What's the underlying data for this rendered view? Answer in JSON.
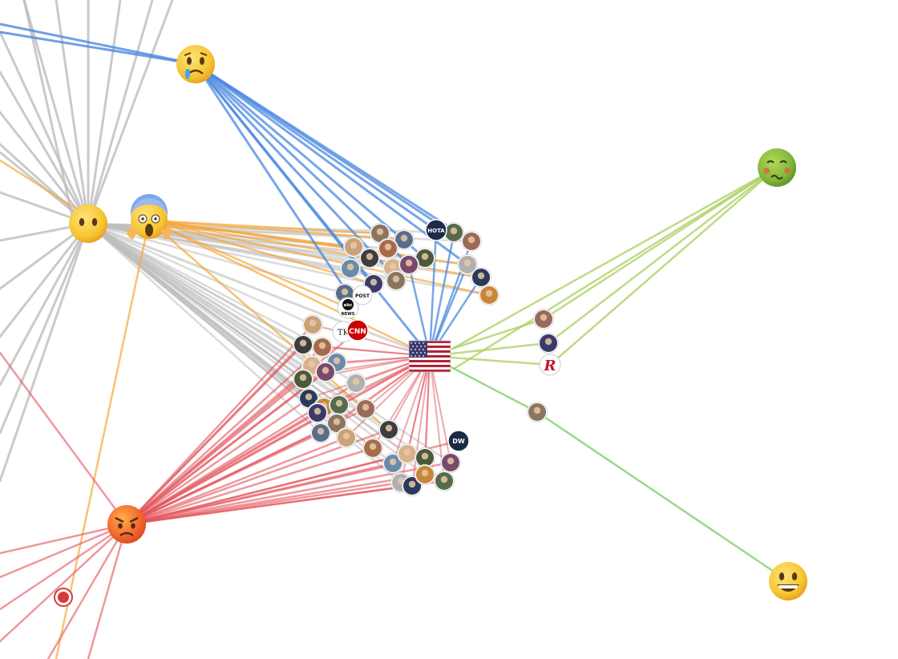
{
  "colors": {
    "background": "#ffffff",
    "neutral": "#bdbdbd",
    "sad": "#4a88e0",
    "surprise": "#f5a83a",
    "anger": "#e2545c",
    "disgust": "#a8cf5a",
    "joy": "#7fcf6a",
    "emoji_yellow": "#f7c531",
    "emoji_green": "#7fb53a"
  },
  "graph": {
    "hub": {
      "name": "united-states-flag-node",
      "icon": "us-flag-icon"
    },
    "emotion_nodes": [
      {
        "name": "crying-emoji-node",
        "icon": "crying-face-icon",
        "emotion": "sad"
      },
      {
        "name": "neutral-emoji-node",
        "icon": "face-without-mouth-icon",
        "emotion": "neutral"
      },
      {
        "name": "screaming-emoji-node",
        "icon": "face-screaming-in-fear-icon",
        "emotion": "surprise"
      },
      {
        "name": "angry-emoji-node",
        "icon": "angry-face-icon",
        "emotion": "anger"
      },
      {
        "name": "nauseated-emoji-node",
        "icon": "nauseated-face-icon",
        "emotion": "disgust"
      },
      {
        "name": "grinning-emoji-node",
        "icon": "grinning-face-icon",
        "emotion": "joy"
      }
    ],
    "source_labels": {
      "hotair": "HOTA",
      "tk": "TK",
      "cnn": "CNN",
      "abc": "abc",
      "news": "NEWS",
      "post": "POST",
      "dw": "DW",
      "r": "R"
    }
  }
}
